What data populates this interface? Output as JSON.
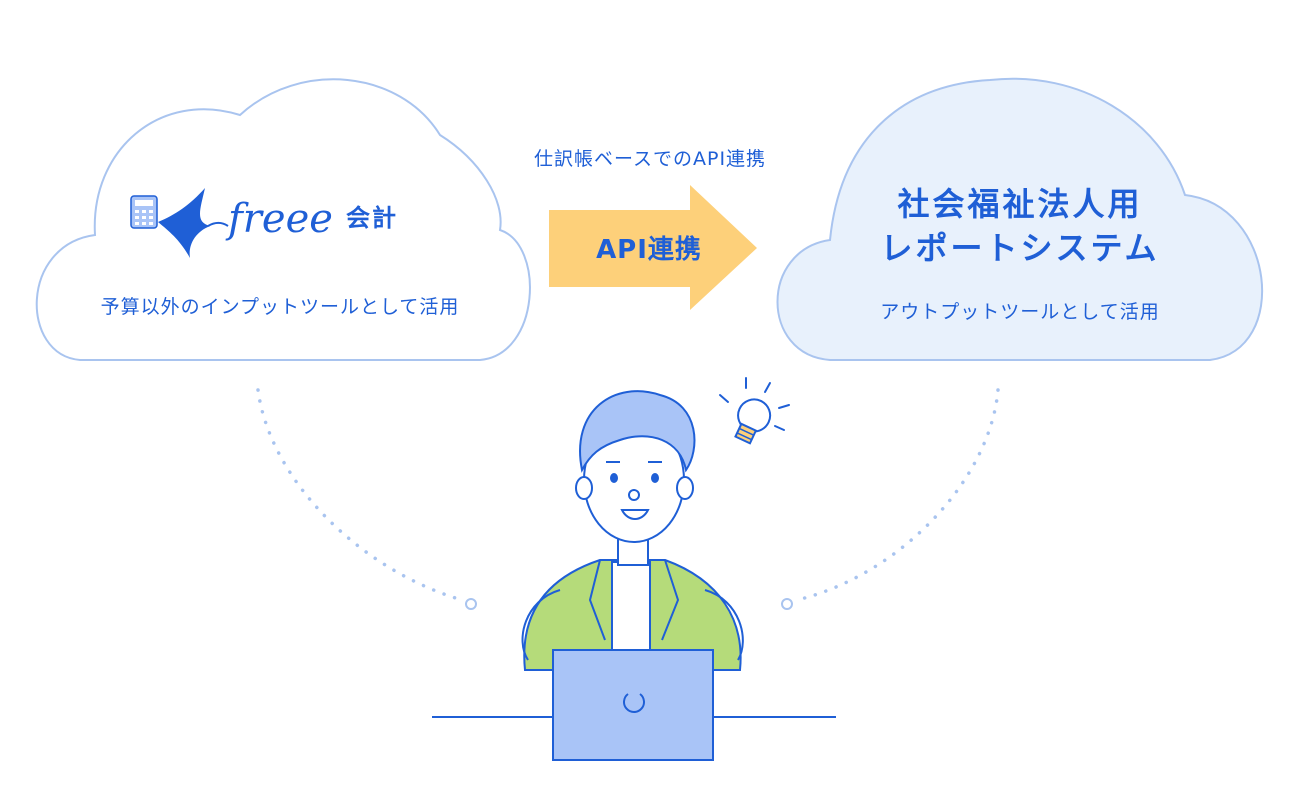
{
  "left_cloud": {
    "logo_word": "freee",
    "logo_suffix": "会計",
    "description": "予算以外のインプットツールとして活用"
  },
  "connector": {
    "caption": "仕訳帳ベースでのAPI連携",
    "arrow_label": "API連携"
  },
  "right_cloud": {
    "title_line1": "社会福祉法人用",
    "title_line2": "レポートシステム",
    "description": "アウトプットツールとして活用"
  },
  "icons": [
    "calculator-icon",
    "swallow-icon",
    "lightbulb-icon",
    "laptop-icon",
    "power-icon"
  ],
  "colors": {
    "primary_text": "#1f5fd6",
    "cloud_outline": "#a9c4ef",
    "right_cloud_fill": "#e8f1fc",
    "arrow_fill": "#fdd07a",
    "jacket_green": "#b5db7a",
    "hair_blue": "#a9c4f7",
    "laptop_blue": "#a9c4f7"
  }
}
